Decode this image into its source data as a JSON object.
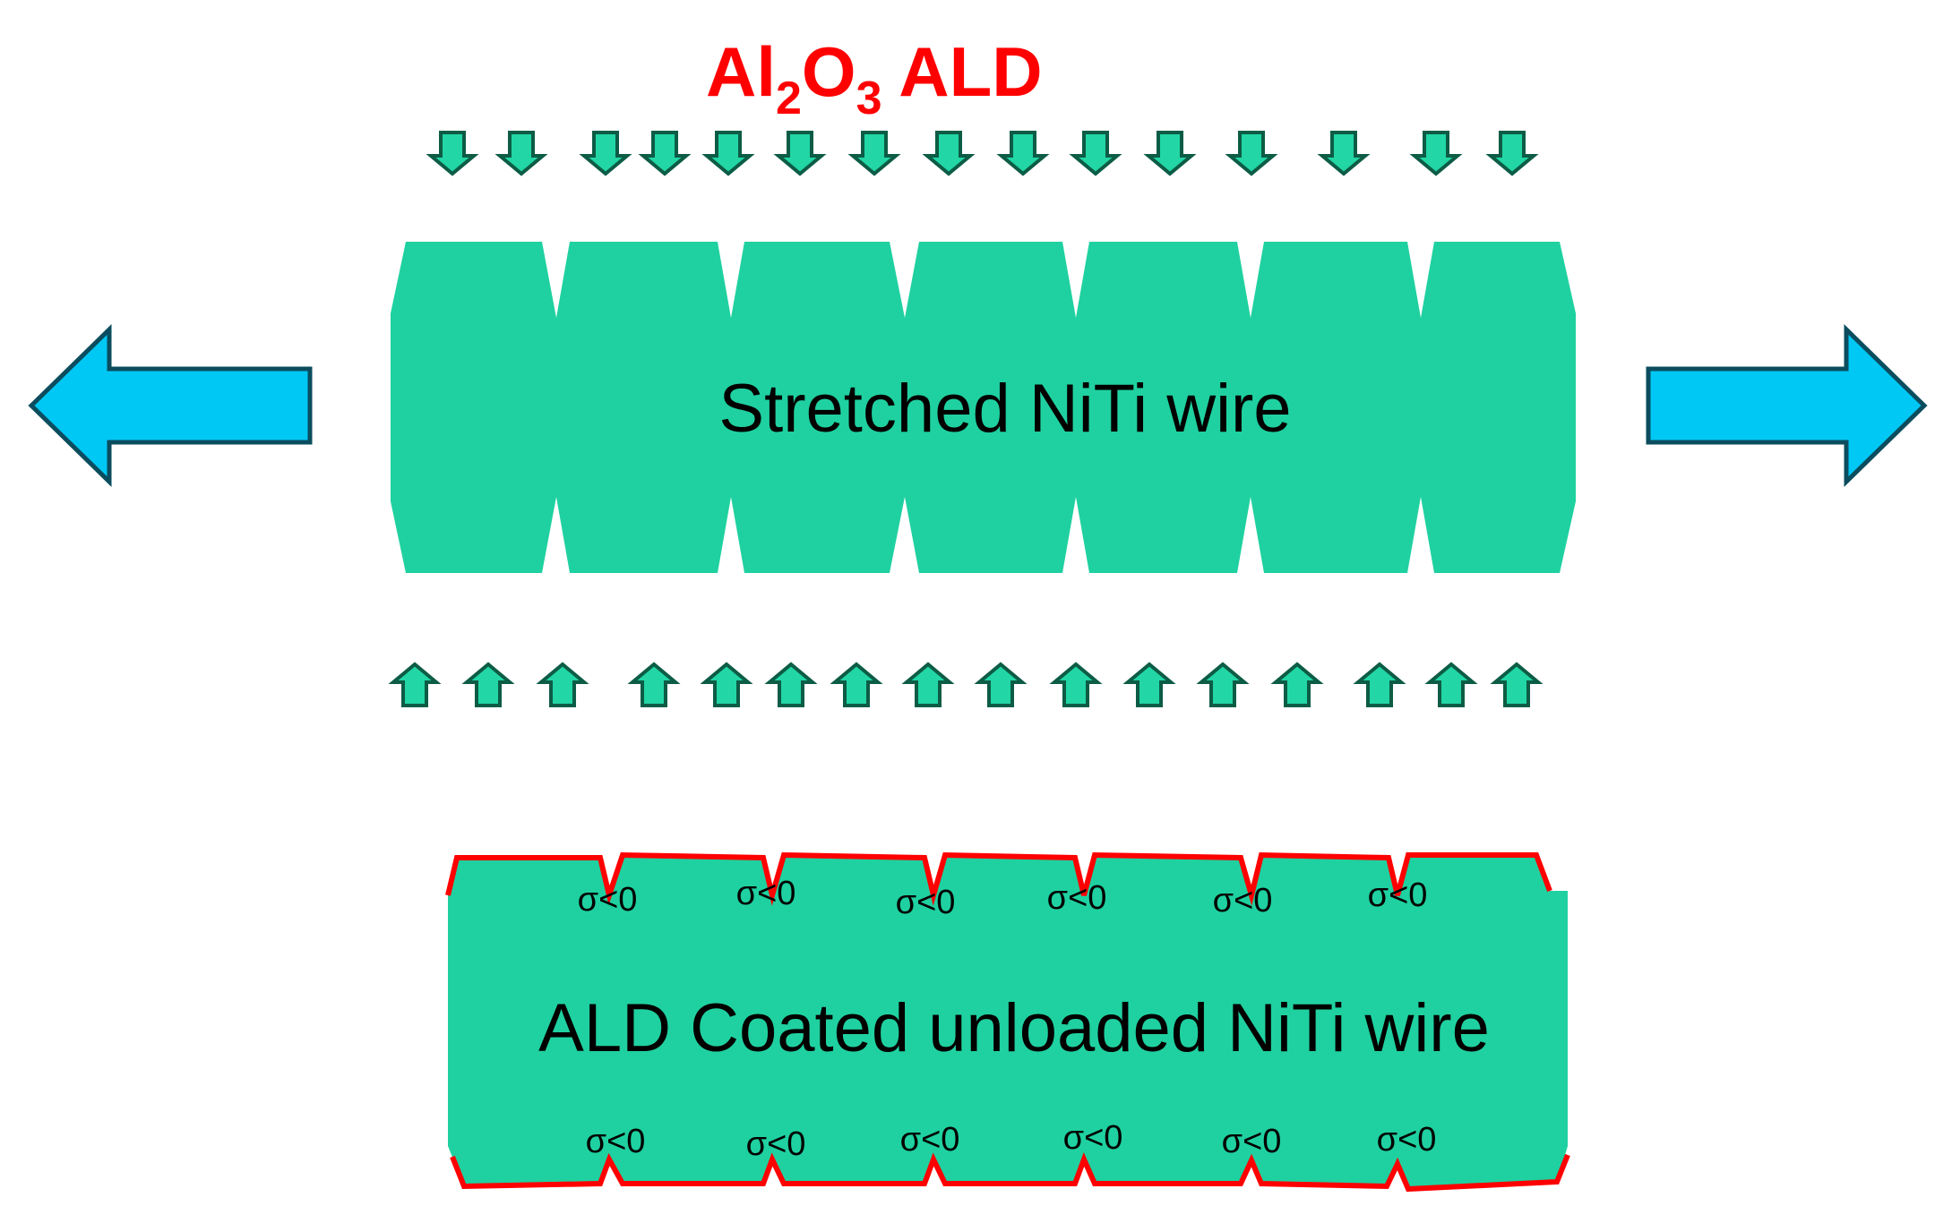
{
  "title": {
    "base1": "Al",
    "sub1": "2",
    "base2": "O",
    "sub2": "3",
    "rest": " ALD"
  },
  "top_wire": {
    "label": "Stretched NiTi wire"
  },
  "bottom_wire": {
    "label": "ALD Coated unloaded NiTi wire"
  },
  "stress_label": "σ<0",
  "colors": {
    "wire": "#1fd1a0",
    "title": "#ff0000",
    "coating": "#ff0000",
    "small_arrow_fill": "#22d6a6",
    "small_arrow_stroke": "#0d5c45",
    "big_arrow_fill": "#00c8f5",
    "big_arrow_stroke": "#0b4d5e",
    "text": "#000000"
  },
  "icons": {
    "deposition_down": "arrow-down-icon",
    "deposition_up": "arrow-up-icon",
    "tension_left": "arrow-left-icon",
    "tension_right": "arrow-right-icon"
  }
}
